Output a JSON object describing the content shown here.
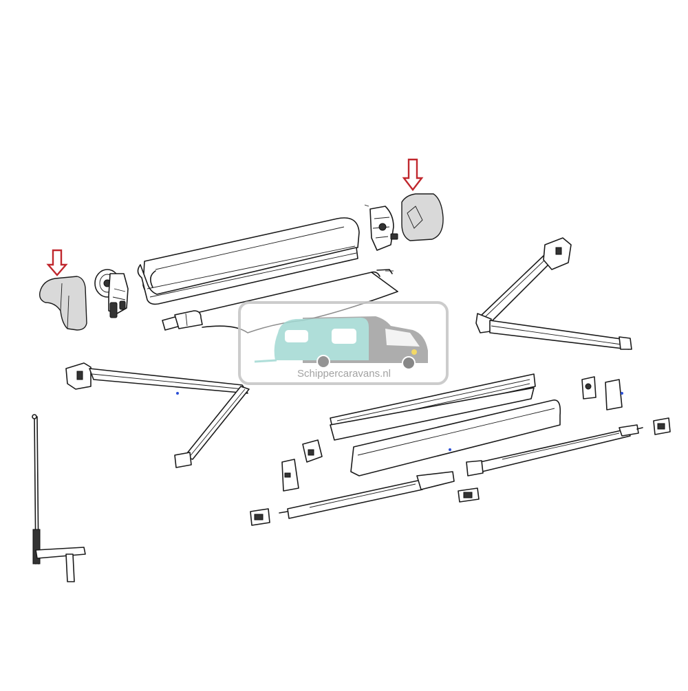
{
  "watermark": {
    "text": "Schippercaravans.nl",
    "caravan_color": "#a9dcd6",
    "camper_color": "#a7a7a7",
    "frame_color": "#c8c8c8"
  },
  "highlight_arrow_color": "#c0272d",
  "highlighted_parts": [
    "end-cap-left",
    "end-cap-right"
  ]
}
